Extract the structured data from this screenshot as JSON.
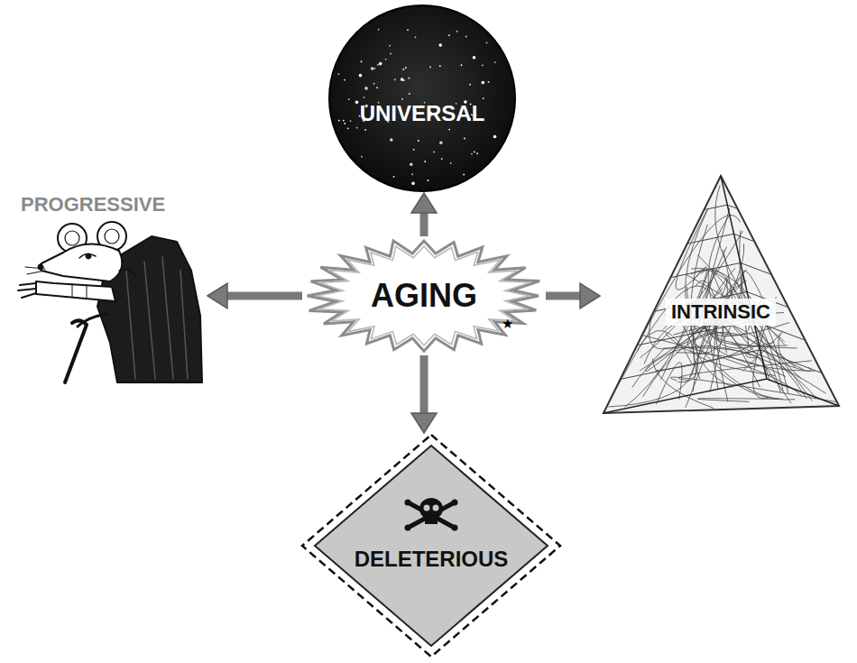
{
  "diagram": {
    "nodes": [
      {
        "text": [
          "UNIVERSAL"
        ]
      },
      {
        "text": [
          "PROGRESSIVE"
        ]
      },
      {
        "text": [
          "AGING"
        ]
      },
      {
        "text": [
          "INTRINSIC"
        ]
      },
      {
        "text": [
          "DELETERIOUS"
        ]
      }
    ],
    "edges": [
      {
        "from": 2,
        "to": 0,
        "arrow": "to"
      },
      {
        "from": 2,
        "to": 1,
        "arrow": "to"
      },
      {
        "from": 2,
        "to": 3,
        "arrow": "to"
      },
      {
        "from": 2,
        "to": 4,
        "arrow": "to"
      }
    ],
    "labels": [
      "★"
    ]
  }
}
